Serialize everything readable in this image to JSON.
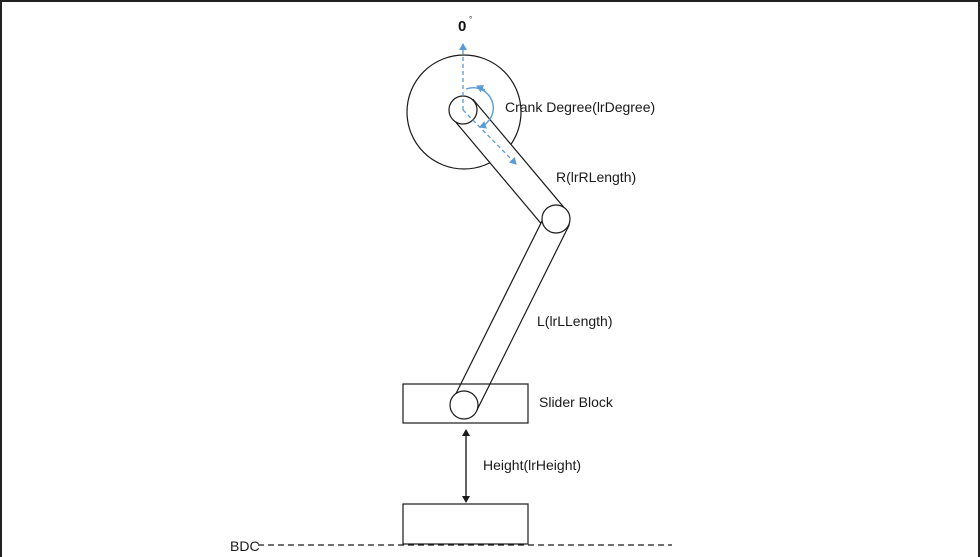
{
  "diagram": {
    "labels": {
      "zero": "0",
      "degree_symbol": "°",
      "crank_degree": "Crank Degree(lrDegree)",
      "r_length": "R(lrRLength)",
      "l_length": "L(lrLLength)",
      "slider_block": "Slider Block",
      "height": "Height(lrHeight)",
      "bdc": "BDC"
    },
    "colors": {
      "line": "#1a1a1a",
      "accent": "#5b9bd5",
      "border": "#222222"
    }
  }
}
